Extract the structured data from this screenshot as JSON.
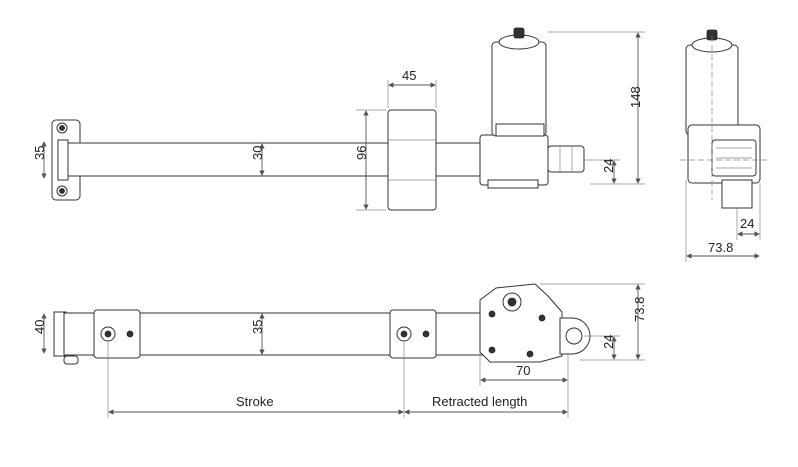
{
  "dimensions": {
    "top_clevis_width": "35",
    "top_tube_height": "30",
    "clamp_width": "45",
    "clamp_height": "96",
    "total_height": "148",
    "motor_offset": "24",
    "side_offset": "24",
    "side_depth": "73.8",
    "bottom_clevis_height": "40",
    "bottom_tube_height": "35",
    "bottom_eye_offset": "24",
    "bottom_height": "73.8",
    "bottom_eye_length": "70",
    "stroke_label": "Stroke",
    "retracted_label": "Retracted length"
  },
  "colors": {
    "line": "#555555",
    "part": "#333333",
    "background": "#ffffff"
  }
}
